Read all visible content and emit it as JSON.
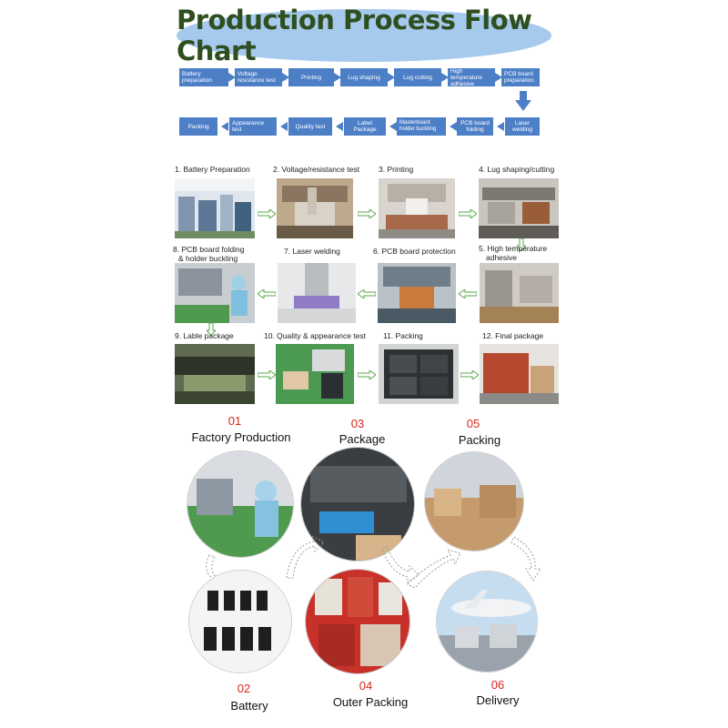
{
  "title": "Production Process Flow Chart",
  "flow_row1": [
    "Battery preparation",
    "Voltage resistance test",
    "Printing",
    "Lug shaping",
    "Lug cutting",
    "High temperature adhesive",
    "PCB board preparation"
  ],
  "flow_row2": [
    "Packing",
    "Appearance test",
    "Quality test",
    "Label Package",
    "Masterboard holder buckling",
    "PCB board folding",
    "Laser welding"
  ],
  "steps": {
    "s1": "1. Battery Preparation",
    "s2": "2. Voltage/resistance test",
    "s3": "3. Printing",
    "s4": "4. Lug shaping/cutting",
    "s5a": "5. High temperature",
    "s5b": "adhesive",
    "s6": "6. PCB board protection",
    "s7": "7. Laser welding",
    "s8a": "8. PCB board folding",
    "s8b": "& holder buckling",
    "s9": "9. Lable package",
    "s10": "10. Quality & appearance test",
    "s11": "11. Packing",
    "s12": "12. Final package"
  },
  "stages": [
    {
      "num": "01",
      "label": "Factory Production"
    },
    {
      "num": "02",
      "label": "Battery"
    },
    {
      "num": "03",
      "label": "Package"
    },
    {
      "num": "04",
      "label": "Outer Packing"
    },
    {
      "num": "05",
      "label": "Packing"
    },
    {
      "num": "06",
      "label": "Delivery"
    }
  ],
  "colors": {
    "title_ellipse": "#a6c9ee",
    "title_text": "#2f4f1f",
    "flow_box": "#4d7fc7",
    "green_arrow": "#5aa84a",
    "stage_number": "#d9261c"
  }
}
